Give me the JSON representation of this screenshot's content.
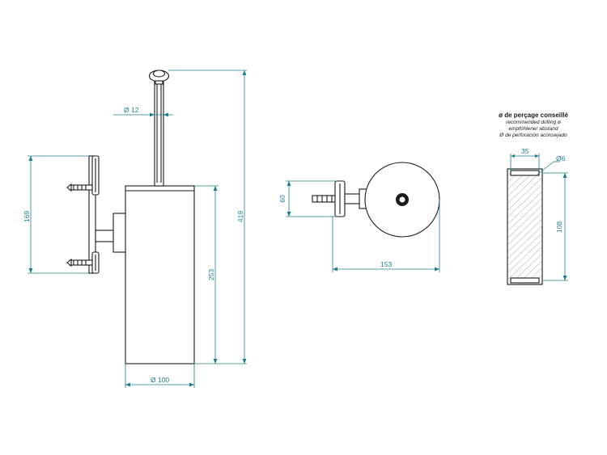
{
  "dimensions": {
    "rod_diameter": "Ø 12",
    "plate_height": "169",
    "total_height": "419",
    "body_height": "253",
    "body_diameter": "Ø 100",
    "side_depth": "60",
    "top_depth": "153",
    "hole_width": "35",
    "hole_diameter": "Ø6",
    "hole_spacing": "108"
  },
  "notes": {
    "line0": "ø de perçage conseillé",
    "line1": "recommended drilling ø",
    "line2": "empfohlener abstand",
    "line3": "Ø de perforación aconsejado"
  },
  "colors": {
    "outline": "#1a1a1a",
    "dimension": "#1f7f8a",
    "hatch": "#8a8a8a"
  }
}
